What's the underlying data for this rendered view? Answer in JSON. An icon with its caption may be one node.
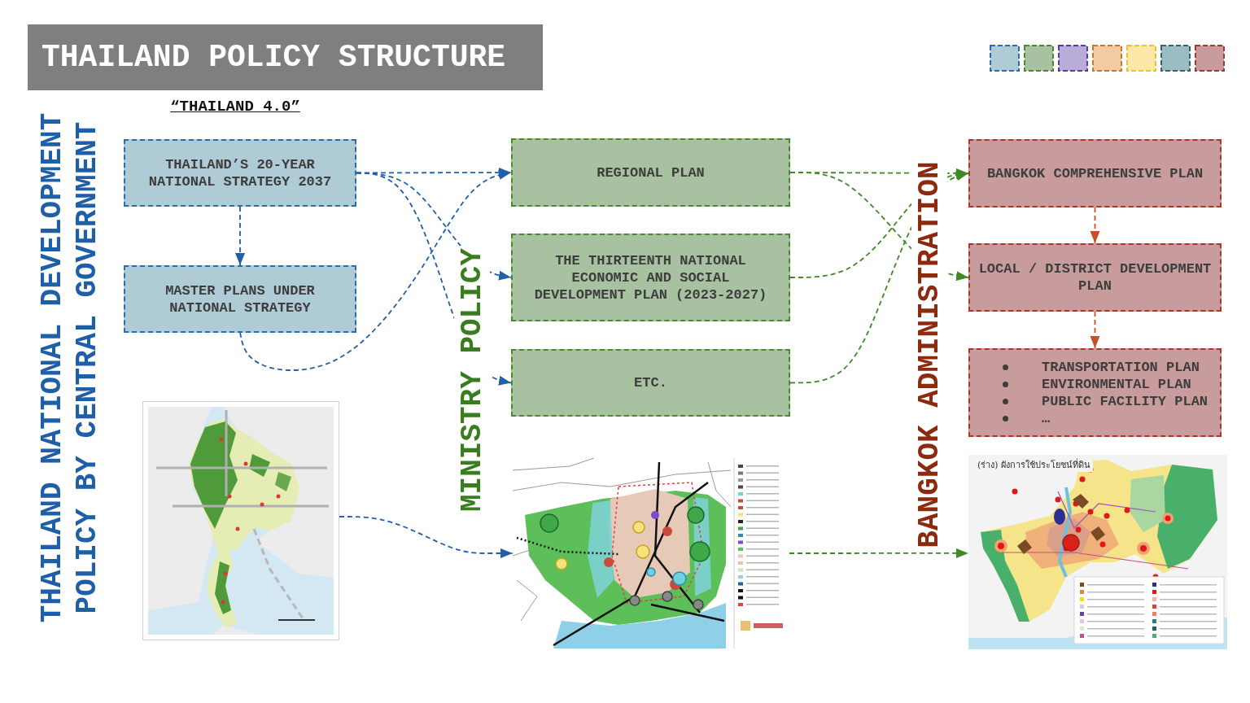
{
  "diagram": {
    "title": "THAILAND POLICY STRUCTURE",
    "nodes": [
      {
        "text": [
          "THAILAND’S 20-YEAR NATIONAL STRATEGY 2037"
        ]
      },
      {
        "text": [
          "MASTER PLANS UNDER NATIONAL STRATEGY"
        ]
      },
      {
        "text": [],
        "shape": "picture"
      },
      {
        "text": [
          "REGIONAL PLAN"
        ]
      },
      {
        "text": [
          "THE THIRTEENTH NATIONAL ECONOMIC AND SOCIAL DEVELOPMENT PLAN (2023-2027)"
        ]
      },
      {
        "text": [
          "ETC."
        ]
      },
      {
        "text": [],
        "shape": "picture"
      },
      {
        "text": [
          "BANGKOK COMPREHENSIVE PLAN"
        ]
      },
      {
        "text": [
          "LOCAL / DISTRICT DEVELOPMENT PLAN"
        ]
      },
      {
        "text": [
          "TRANSPORTATION PLAN",
          "ENVIRONMENTAL PLAN",
          "PUBLIC FACILITY PLAN",
          "…"
        ]
      },
      {
        "text": [
          "(ร่าง) ผังการใช้ประโยชน์ที่ดิน"
        ]
      }
    ],
    "edges": [
      {
        "from": 0,
        "to": 3,
        "arrow": "to",
        "style": "dashed"
      },
      {
        "from": 0,
        "to": 1,
        "arrow": "to",
        "style": "dashed"
      },
      {
        "from": 0,
        "to": 4,
        "arrow": "to",
        "style": "dashed"
      },
      {
        "from": 0,
        "to": 5,
        "arrow": "to",
        "style": "dashed"
      },
      {
        "from": 1,
        "to": 3,
        "arrow": "to",
        "style": "dashed"
      },
      {
        "from": 2,
        "to": 6,
        "arrow": "to",
        "style": "dashed"
      },
      {
        "from": 3,
        "to": 7,
        "arrow": "to",
        "style": "dashed",
        "color": "#3f8a25"
      },
      {
        "from": 3,
        "to": 8,
        "arrow": "to",
        "style": "dashed",
        "color": "#3f8a25"
      },
      {
        "from": 4,
        "to": 7,
        "arrow": "to",
        "style": "dashed",
        "color": "#3f8a25"
      },
      {
        "from": 5,
        "to": 7,
        "arrow": "to",
        "style": "dashed",
        "color": "#3f8a25"
      },
      {
        "from": 6,
        "to": 10,
        "arrow": "to",
        "style": "dashed",
        "color": "#3f8a25"
      },
      {
        "from": 7,
        "to": 8,
        "arrow": "to",
        "style": "dashed",
        "color": "#c4502c"
      },
      {
        "from": 8,
        "to": 9,
        "arrow": "to",
        "style": "dashed",
        "color": "#c4502c"
      }
    ],
    "labels": [
      "“THAILAND 4.0”",
      "THAILAND NATIONAL DEVELOPMENT POLICY BY CENTRAL GOVERNMENT",
      "MINISTRY POLICY",
      "BANGKOK ADMINISTRATION"
    ]
  }
}
